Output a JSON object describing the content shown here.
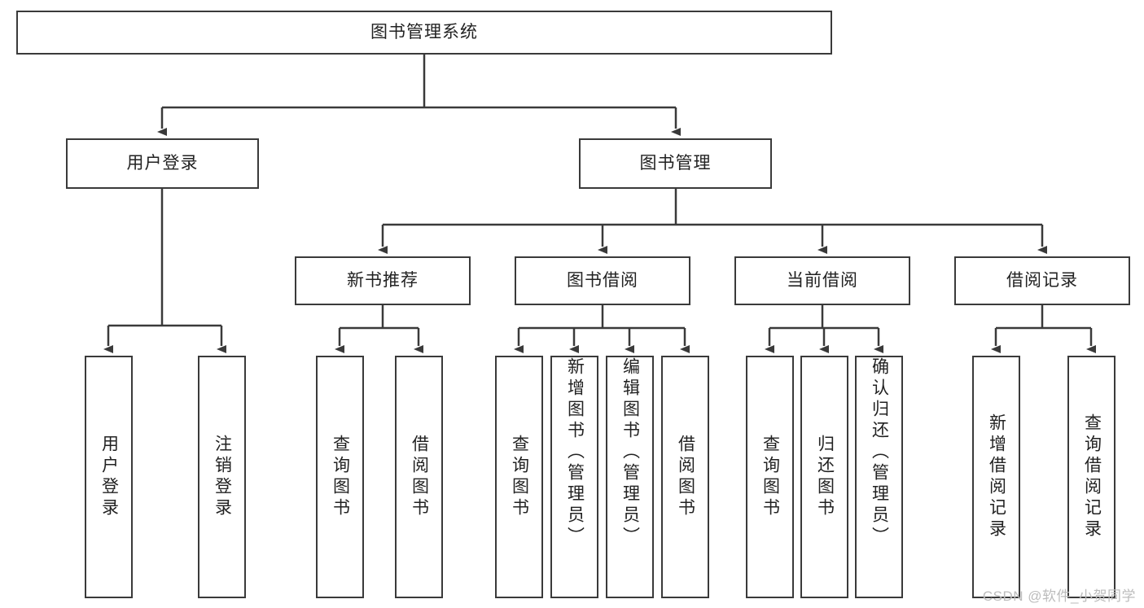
{
  "diagram": {
    "title": "图书管理系统",
    "type": "tree-hierarchy",
    "nodes": {
      "root": {
        "label": "图书管理系统",
        "level": 0
      },
      "login": {
        "label": "用户登录",
        "level": 1
      },
      "bookmgr": {
        "label": "图书管理",
        "level": 1
      },
      "newbook": {
        "label": "新书推荐",
        "level": 2
      },
      "borrow": {
        "label": "图书借阅",
        "level": 2
      },
      "current": {
        "label": "当前借阅",
        "level": 2
      },
      "record": {
        "label": "借阅记录",
        "level": 2
      },
      "leaf_user_login": {
        "label": "用户登录",
        "level": 3,
        "orientation": "vertical"
      },
      "leaf_user_logout": {
        "label": "注销登录",
        "level": 3,
        "orientation": "vertical"
      },
      "leaf_query_book_1": {
        "label": "查询图书",
        "level": 3,
        "orientation": "vertical"
      },
      "leaf_borrow_book_1": {
        "label": "借阅图书",
        "level": 3,
        "orientation": "vertical"
      },
      "leaf_query_book_2": {
        "label": "查询图书",
        "level": 3,
        "orientation": "vertical"
      },
      "leaf_add_book": {
        "label": "新增图书（管理员）",
        "level": 3,
        "orientation": "vertical"
      },
      "leaf_edit_book": {
        "label": "编辑图书（管理员）",
        "level": 3,
        "orientation": "vertical"
      },
      "leaf_borrow_book_2": {
        "label": "借阅图书",
        "level": 3,
        "orientation": "vertical"
      },
      "leaf_query_book_3": {
        "label": "查询图书",
        "level": 3,
        "orientation": "vertical"
      },
      "leaf_return_book": {
        "label": "归还图书",
        "level": 3,
        "orientation": "vertical"
      },
      "leaf_confirm_return": {
        "label": "确认归还（管理员）",
        "level": 3,
        "orientation": "vertical"
      },
      "leaf_add_record": {
        "label": "新增借阅记录",
        "level": 3,
        "orientation": "vertical"
      },
      "leaf_query_record": {
        "label": "查询借阅记录",
        "level": 3,
        "orientation": "vertical"
      }
    },
    "edges": [
      {
        "from": "root",
        "to": "login"
      },
      {
        "from": "root",
        "to": "bookmgr"
      },
      {
        "from": "login",
        "to": "leaf_user_login"
      },
      {
        "from": "login",
        "to": "leaf_user_logout"
      },
      {
        "from": "bookmgr",
        "to": "newbook"
      },
      {
        "from": "bookmgr",
        "to": "borrow"
      },
      {
        "from": "bookmgr",
        "to": "current"
      },
      {
        "from": "bookmgr",
        "to": "record"
      },
      {
        "from": "newbook",
        "to": "leaf_query_book_1"
      },
      {
        "from": "newbook",
        "to": "leaf_borrow_book_1"
      },
      {
        "from": "borrow",
        "to": "leaf_query_book_2"
      },
      {
        "from": "borrow",
        "to": "leaf_add_book"
      },
      {
        "from": "borrow",
        "to": "leaf_edit_book"
      },
      {
        "from": "borrow",
        "to": "leaf_borrow_book_2"
      },
      {
        "from": "current",
        "to": "leaf_query_book_3"
      },
      {
        "from": "current",
        "to": "leaf_return_book"
      },
      {
        "from": "current",
        "to": "leaf_confirm_return"
      },
      {
        "from": "record",
        "to": "leaf_add_record"
      },
      {
        "from": "record",
        "to": "leaf_query_record"
      }
    ],
    "colors": {
      "box_border": "#3a3a3a",
      "box_fill": "#ffffff",
      "connector": "#3a3a3a",
      "text": "#222222",
      "watermark": "#bcbcbc",
      "background": "#ffffff"
    }
  },
  "watermark": {
    "text": "CSDN @软件_小贺同学"
  }
}
